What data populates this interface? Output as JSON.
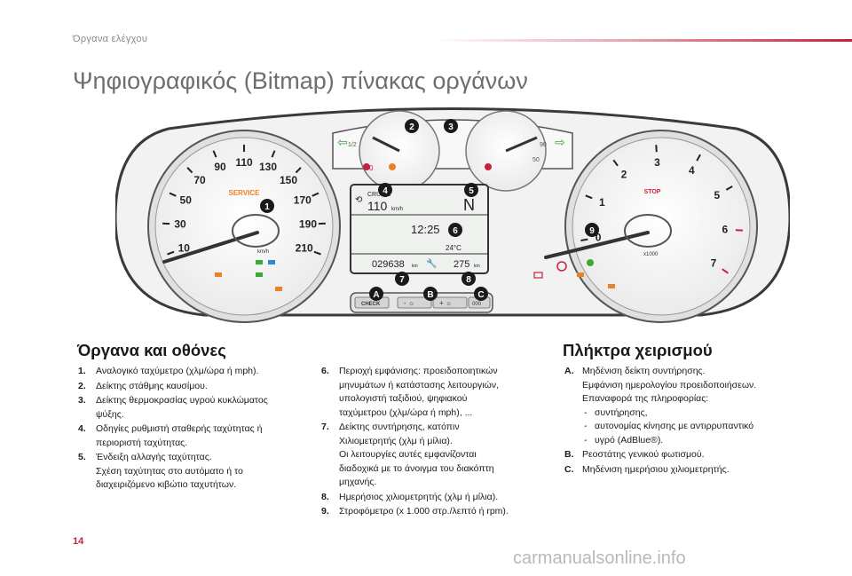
{
  "header": {
    "section": "Όργανα ελέγχου",
    "title": "Ψηφιογραφικός (Bitmap) πίνακας οργάνων"
  },
  "colors": {
    "accent": "#c8203a",
    "callout": "#1a1a1a",
    "lcd": "#eef1ee"
  },
  "dashboard": {
    "speedo_ticks": [
      "10",
      "30",
      "50",
      "70",
      "90",
      "110",
      "130",
      "150",
      "170",
      "190",
      "210"
    ],
    "speedo_unit": "km/h",
    "service": "SERVICE",
    "rev_ticks": [
      "0",
      "1",
      "2",
      "3",
      "4",
      "5",
      "6",
      "7"
    ],
    "rev_unit": "x1000",
    "stop": "STOP",
    "display": {
      "mode": "CRUISE",
      "speed": "110",
      "speed_unit": "km/h",
      "gear": "N",
      "time": "12:25",
      "temp": "24°C",
      "odometer": "029638",
      "odo_unit": "km",
      "range": "275",
      "range_unit": "km"
    },
    "fuel_marks": [
      "0",
      "1/2"
    ],
    "temp_marks": [
      "50",
      "90"
    ],
    "buttons": {
      "check": "CHECK",
      "dim_minus": "- ☼",
      "dim_plus": "+ ☼",
      "trip": "000"
    },
    "callouts": [
      "1",
      "2",
      "3",
      "4",
      "5",
      "6",
      "7",
      "8",
      "9",
      "A",
      "B",
      "C"
    ]
  },
  "instruments": {
    "heading": "Όργανα και οθόνες",
    "col1": [
      {
        "key": "1.",
        "lines": [
          "Αναλογικό ταχύμετρο (χλμ/ώρα ή mph)."
        ]
      },
      {
        "key": "2.",
        "lines": [
          "Δείκτης στάθμης καυσίμου."
        ]
      },
      {
        "key": "3.",
        "lines": [
          "Δείκτης θερμοκρασίας υγρού κυκλώματος",
          "ψύξης."
        ]
      },
      {
        "key": "4.",
        "lines": [
          "Οδηγίες ρυθμιστή σταθερής ταχύτητας ή",
          "περιοριστή ταχύτητας."
        ]
      },
      {
        "key": "5.",
        "lines": [
          "Ένδειξη αλλαγής ταχύτητας.",
          "Σχέση ταχύτητας στο αυτόματο ή το",
          "διαχειριζόμενο κιβώτιο ταχυτήτων."
        ]
      }
    ],
    "col2": [
      {
        "key": "6.",
        "lines": [
          "Περιοχή εμφάνισης: προειδοποιητικών",
          "μηνυμάτων ή κατάστασης λειτουργιών,",
          "υπολογιστή ταξιδιού, ψηφιακού",
          "ταχύμετρου (χλμ/ώρα ή mph), ..."
        ]
      },
      {
        "key": "7.",
        "lines": [
          "Δείκτης συντήρησης, κατόπιν",
          "Χιλιομετρητής (χλμ ή μίλια).",
          "Οι λειτουργίες αυτές εμφανίζονται",
          "διαδοχικά με το άνοιγμα του διακόπτη",
          "μηχανής."
        ]
      },
      {
        "key": "8.",
        "lines": [
          "Ημερήσιος χιλιομετρητής (χλμ ή μίλια)."
        ]
      },
      {
        "key": "9.",
        "lines": [
          "Στροφόμετρο (x 1.000 στρ./λεπτό ή rpm)."
        ]
      }
    ]
  },
  "controls": {
    "heading": "Πλήκτρα χειρισμού",
    "items": [
      {
        "key": "A.",
        "lines": [
          "Μηδένιση δείκτη συντήρησης.",
          "Εμφάνιση ημερολογίου προειδοποιήσεων.",
          "Επαναφορά της πληροφορίας:"
        ],
        "dashes": [
          "συντήρησης,",
          "αυτονομίας κίνησης με αντιρρυπαντικό",
          "υγρό (AdBlue®)."
        ]
      },
      {
        "key": "B.",
        "lines": [
          "Ρεοστάτης γενικού φωτισμού."
        ]
      },
      {
        "key": "C.",
        "lines": [
          "Μηδένιση ημερήσιου χιλιομετρητής."
        ]
      }
    ]
  },
  "footer": {
    "page_number": "14",
    "watermark": "carmanualsonline.info"
  }
}
